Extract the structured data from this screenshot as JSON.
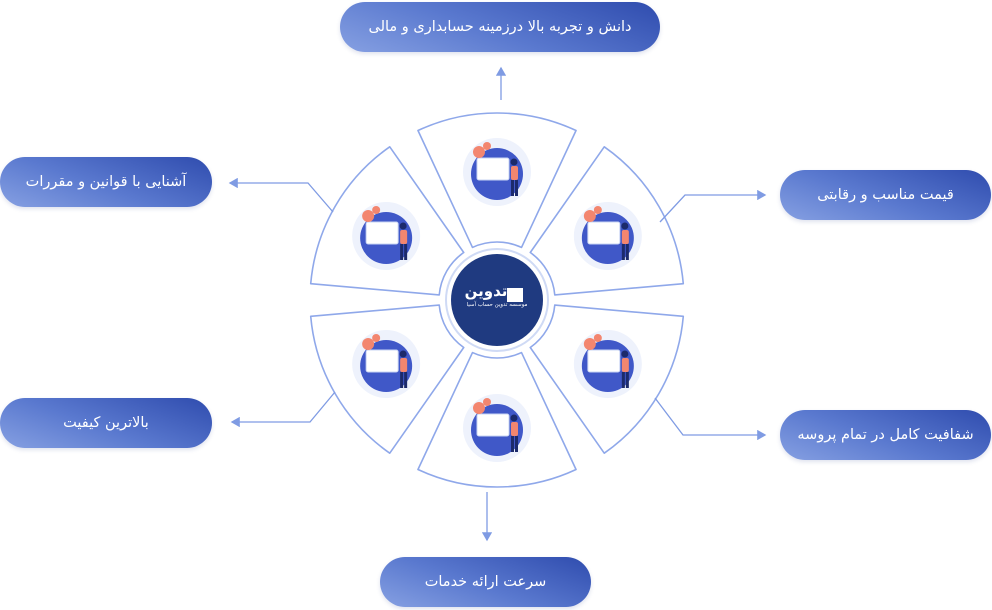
{
  "center": {
    "brand": "تدوین",
    "subtitle": "موسسه تدوین حساب آسیا"
  },
  "features": [
    {
      "id": "top",
      "label": "دانش و تجربه بالا درزمینه حسابداری و مالی",
      "icon": "presentation-chart-icon"
    },
    {
      "id": "top-right",
      "label": "قیمت مناسب و رقابتی",
      "icon": "balance-scale-icon"
    },
    {
      "id": "bottom-right",
      "label": "شفافیت کامل در تمام پروسه",
      "icon": "web-dashboard-icon"
    },
    {
      "id": "bottom",
      "label": "سرعت ارائه خدمات",
      "icon": "stopwatch-rocket-icon"
    },
    {
      "id": "bottom-left",
      "label": "بالاترین کیفیت",
      "icon": "rating-stars-icon"
    },
    {
      "id": "top-left",
      "label": "آشنایی با قوانین و مقررات",
      "icon": "law-gavel-icon"
    }
  ],
  "colors": {
    "petal_stroke": "#8fa8ea",
    "arrow": "#7f9be3",
    "center": "#1f3a80",
    "accent": "#f3866f",
    "illus": "#4058c8"
  }
}
